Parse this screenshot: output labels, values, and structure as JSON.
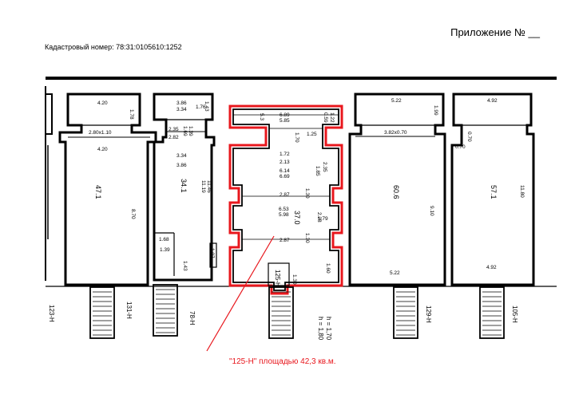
{
  "appendix": "Приложение № __",
  "cadastral": "Кадастровый номер: 78:31:0105610:1252",
  "note": "\"125-Н\" площадью 42,3 кв.м.",
  "height_note_1": "h = 1,70",
  "height_note_2": "h = 1,80",
  "units": {
    "u123": "123-Н",
    "u131": "131-Н",
    "u78": "78-Н",
    "u125": "125-Н",
    "u129": "129-Н",
    "u105": "105-Н"
  },
  "areas": {
    "a1": "47.1",
    "a2": "34.1",
    "a3": "37.0",
    "a4": "60.6",
    "a5": "57.1"
  },
  "dims": {
    "r1_top": "4.20",
    "r1_side": "1.78",
    "r1_door": "2.80x1.10",
    "r1_mid": "4.20",
    "r1_len": "8.70",
    "r2_a": "3.86",
    "r2_b": "3.34",
    "r2_c": "1.76",
    "r2_d": "1.43",
    "r2_e": "2.35",
    "r2_f": "2.82",
    "r2_g": "1.69",
    "r2_h": "1.39",
    "r2_i": "3.34",
    "r2_j": "3.86",
    "r2_k": "11.19",
    "r2_l": "11.46",
    "r2_m": "1.68",
    "r2_n": "1.39",
    "r2_o": "1.07",
    "r2_p": "1.43",
    "r3_a": "6.89",
    "r3_b": "5.85",
    "r3_c": "0.59",
    "r3_d": "1.22",
    "r3_e": "5.3",
    "r3_f": "1.70",
    "r3_g": "1.25",
    "r3_h": "1.72",
    "r3_i": "2.13",
    "r3_j": "6.14",
    "r3_k": "6.69",
    "r3_l": "2.35",
    "r3_m": "1.85",
    "r3_n": "2.87",
    "r3_o": "1.30",
    "r3_p": "6.53",
    "r3_q": "5.98",
    "r3_r": "2.28",
    "r3_s": "1.79",
    "r3_t": "2.87",
    "r3_u": "1.30",
    "r3_v": "1.60",
    "r3_w": "1.30",
    "r4_top": "5.22",
    "r4_side": "1.99",
    "r4_door": "3.82x0.70",
    "r4_len": "9.10",
    "r4_bot": "5.22",
    "r5_top": "4.92",
    "r5_side": "0.70",
    "r5_a": "0.70",
    "r5_len": "11.80",
    "r5_bot": "4.92"
  },
  "colors": {
    "highlight": "#e8171d",
    "line": "#000000"
  }
}
